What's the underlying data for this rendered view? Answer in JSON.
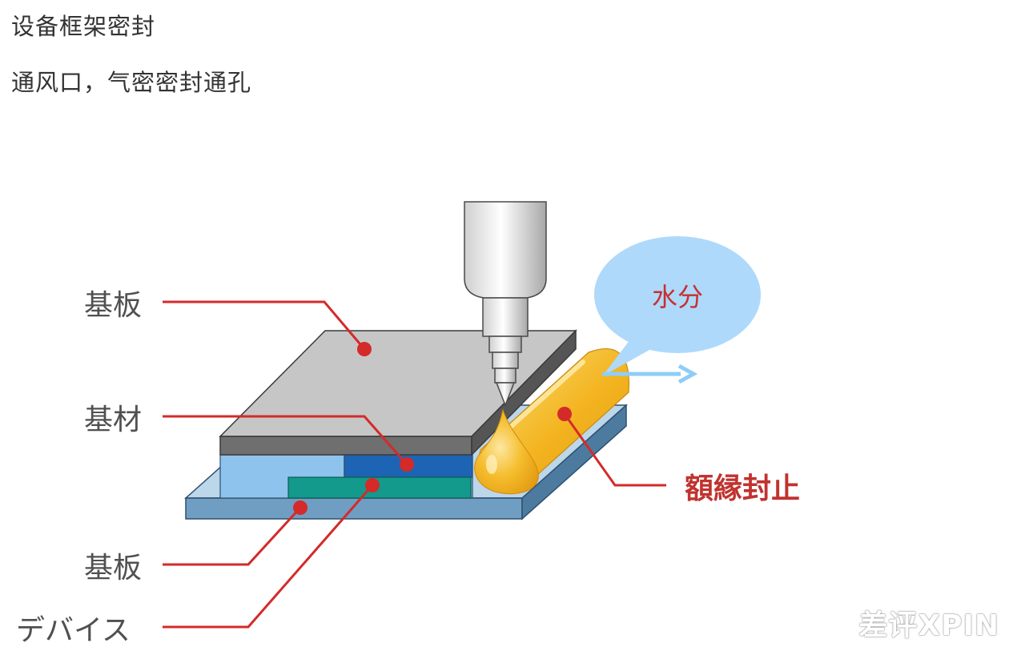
{
  "header": {
    "title": "设备框架密封",
    "subtitle": "通风口，气密密封通孔"
  },
  "diagram": {
    "labels": {
      "substrate_top": "基板",
      "base_material": "基材",
      "substrate_bottom": "基板",
      "device": "デバイス",
      "edge_seal": "額縁封止",
      "moisture": "水分"
    },
    "colors": {
      "leader_line": "#d42a2a",
      "top_plate": "#c6c6c6",
      "top_plate_side": "#6f6f6f",
      "light_blue_layer": "#8ec3ee",
      "dark_blue_layer": "#1d64b4",
      "teal_device": "#139a8c",
      "bottom_plate": "#6f9ec2",
      "sealant": "#f3b420",
      "bubble": "#aed9fb",
      "moisture_text": "#c63030"
    }
  },
  "watermark": {
    "text": "差评XPIN"
  }
}
